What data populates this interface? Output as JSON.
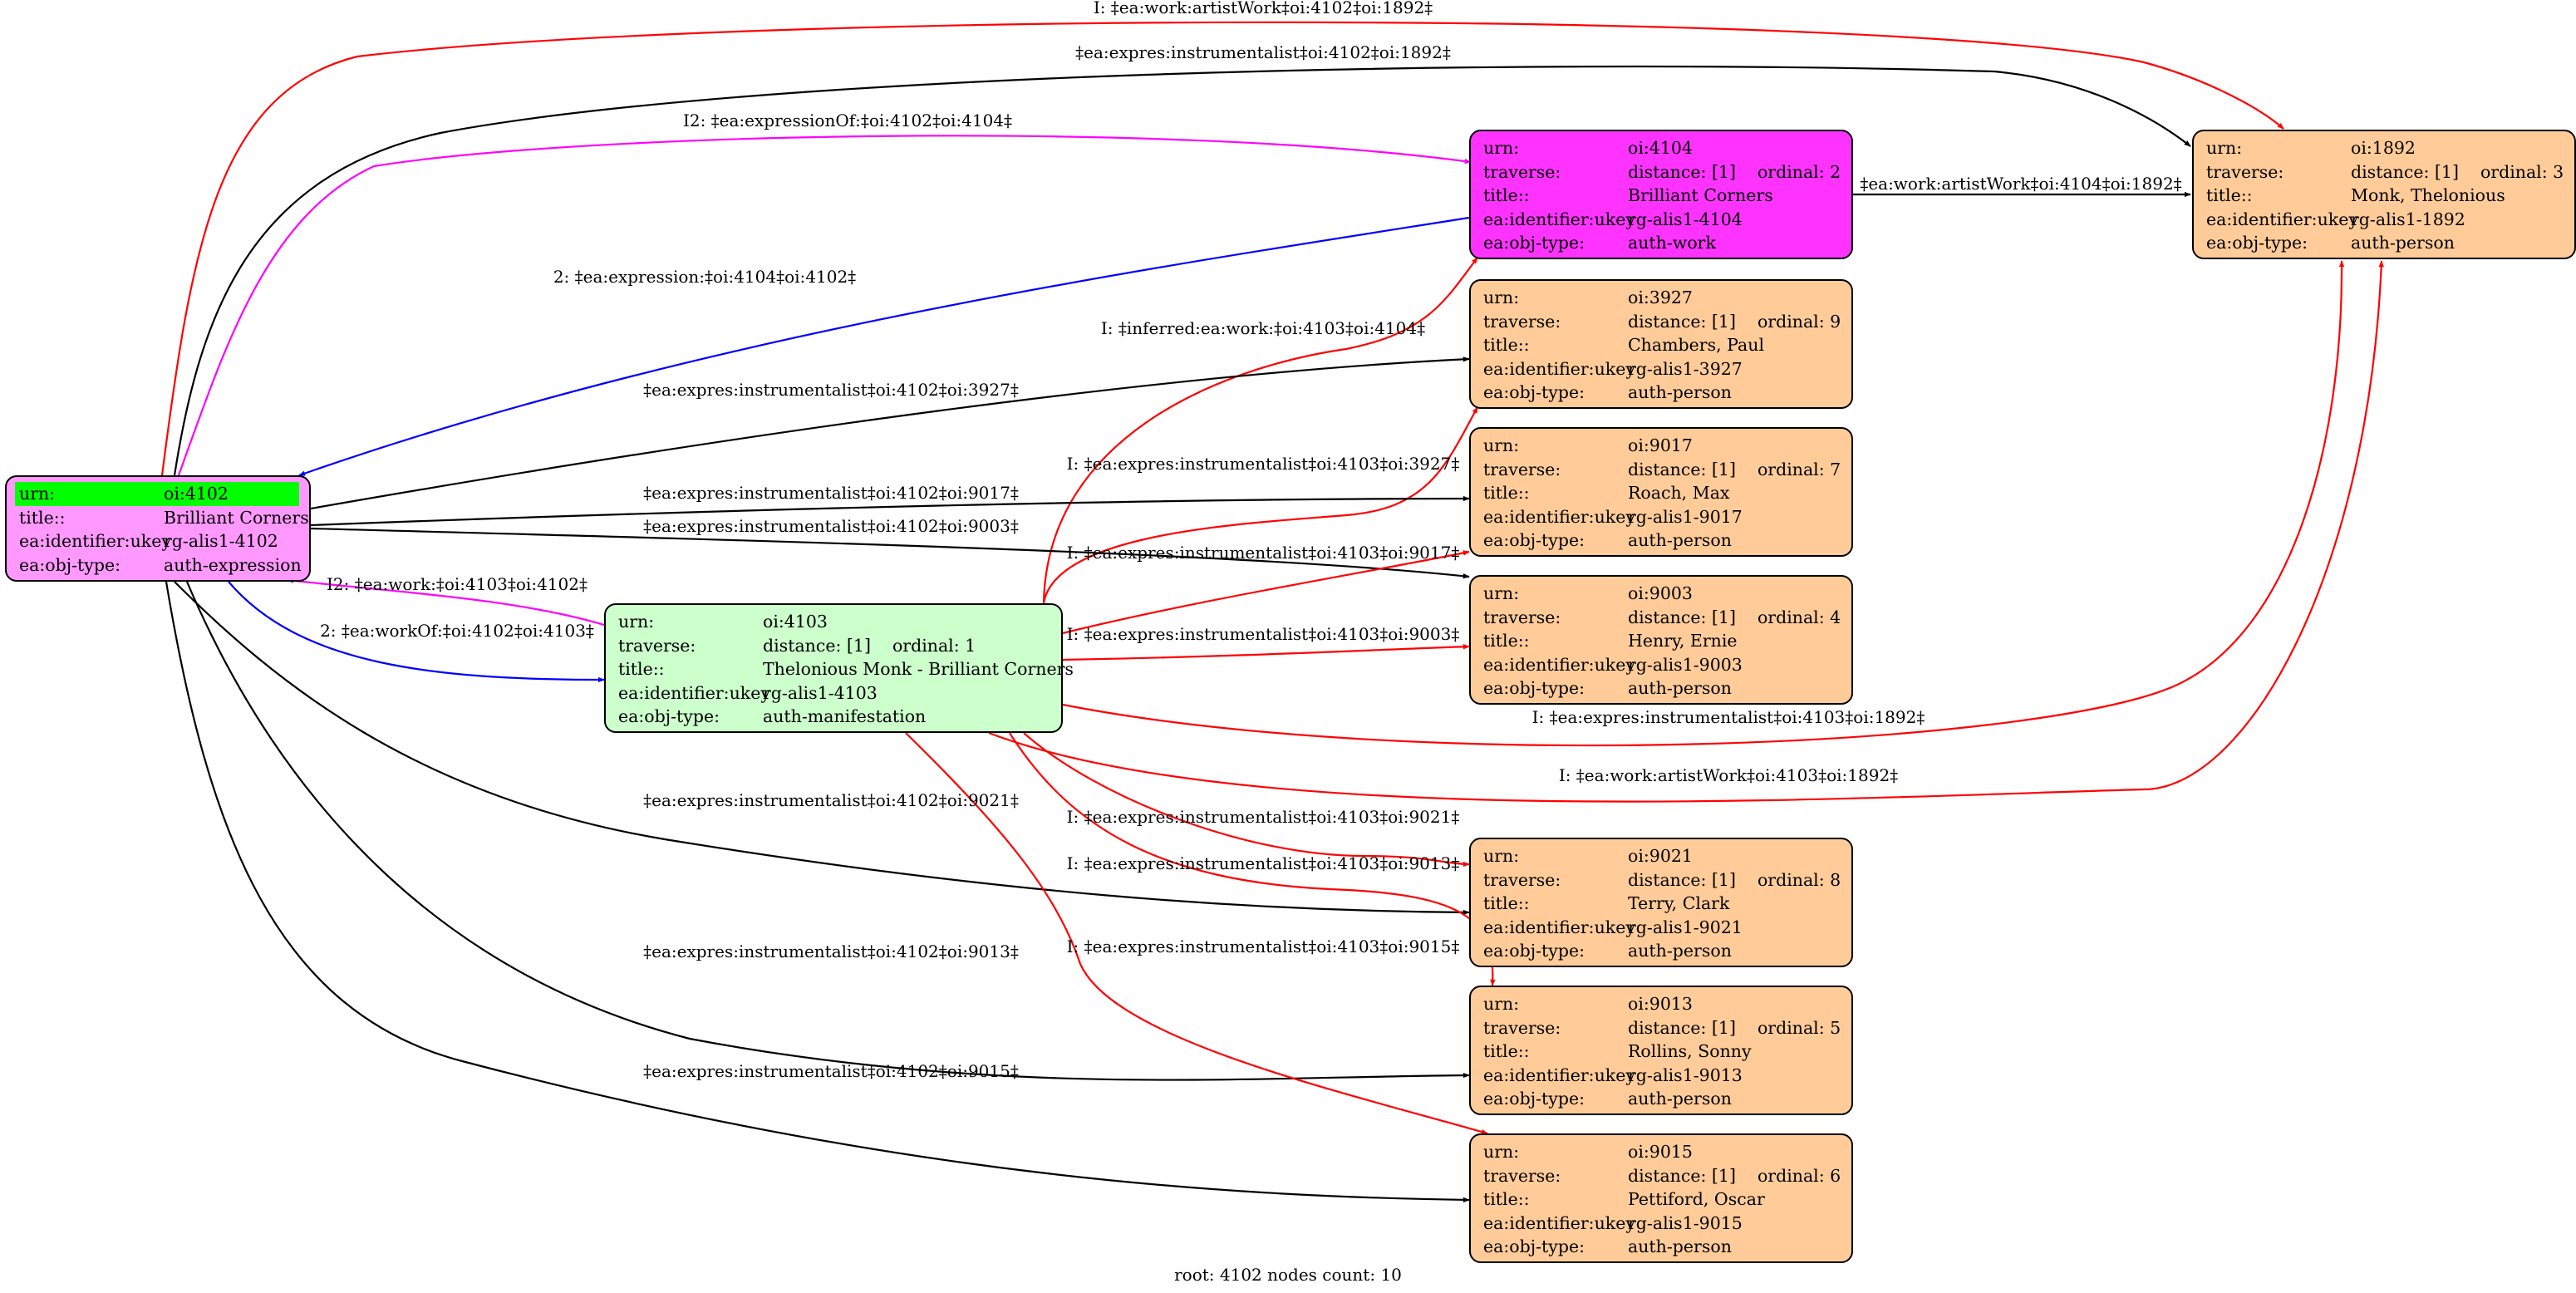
{
  "nodes": {
    "oi4102": {
      "urn_key": "urn:",
      "urn": "oi:4102",
      "title_key": "title::",
      "title": "Brilliant Corners",
      "ukey_key": "ea:identifier:ukey",
      "ukey": "rg-alis1-4102",
      "type_key": "ea:obj-type:",
      "type": "auth-expression",
      "color": "#ff99ff",
      "highlight": "#00ff00"
    },
    "oi4103": {
      "urn_key": "urn:",
      "urn": "oi:4103",
      "traverse_key": "traverse:",
      "distance": "distance: [1]",
      "ordinal": "ordinal: 1",
      "title_key": "title::",
      "title": "Thelonious Monk - Brilliant Corners",
      "ukey_key": "ea:identifier:ukey",
      "ukey": "rg-alis1-4103",
      "type_key": "ea:obj-type:",
      "type": "auth-manifestation",
      "color": "#ccffcc"
    },
    "oi4104": {
      "urn_key": "urn:",
      "urn": "oi:4104",
      "traverse_key": "traverse:",
      "distance": "distance: [1]",
      "ordinal": "ordinal: 2",
      "title_key": "title::",
      "title": "Brilliant Corners",
      "ukey_key": "ea:identifier:ukey",
      "ukey": "rg-alis1-4104",
      "type_key": "ea:obj-type:",
      "type": "auth-work",
      "color": "#ff33ff"
    },
    "oi1892": {
      "urn_key": "urn:",
      "urn": "oi:1892",
      "traverse_key": "traverse:",
      "distance": "distance: [1]",
      "ordinal": "ordinal: 3",
      "title_key": "title::",
      "title": "Monk, Thelonious",
      "ukey_key": "ea:identifier:ukey",
      "ukey": "rg-alis1-1892",
      "type_key": "ea:obj-type:",
      "type": "auth-person",
      "color": "#ffcc99"
    },
    "oi3927": {
      "urn_key": "urn:",
      "urn": "oi:3927",
      "traverse_key": "traverse:",
      "distance": "distance: [1]",
      "ordinal": "ordinal: 9",
      "title_key": "title::",
      "title": "Chambers, Paul",
      "ukey_key": "ea:identifier:ukey",
      "ukey": "rg-alis1-3927",
      "type_key": "ea:obj-type:",
      "type": "auth-person",
      "color": "#ffcc99"
    },
    "oi9017": {
      "urn_key": "urn:",
      "urn": "oi:9017",
      "traverse_key": "traverse:",
      "distance": "distance: [1]",
      "ordinal": "ordinal: 7",
      "title_key": "title::",
      "title": "Roach, Max",
      "ukey_key": "ea:identifier:ukey",
      "ukey": "rg-alis1-9017",
      "type_key": "ea:obj-type:",
      "type": "auth-person",
      "color": "#ffcc99"
    },
    "oi9003": {
      "urn_key": "urn:",
      "urn": "oi:9003",
      "traverse_key": "traverse:",
      "distance": "distance: [1]",
      "ordinal": "ordinal: 4",
      "title_key": "title::",
      "title": "Henry, Ernie",
      "ukey_key": "ea:identifier:ukey",
      "ukey": "rg-alis1-9003",
      "type_key": "ea:obj-type:",
      "type": "auth-person",
      "color": "#ffcc99"
    },
    "oi9021": {
      "urn_key": "urn:",
      "urn": "oi:9021",
      "traverse_key": "traverse:",
      "distance": "distance: [1]",
      "ordinal": "ordinal: 8",
      "title_key": "title::",
      "title": "Terry, Clark",
      "ukey_key": "ea:identifier:ukey",
      "ukey": "rg-alis1-9021",
      "type_key": "ea:obj-type:",
      "type": "auth-person",
      "color": "#ffcc99"
    },
    "oi9013": {
      "urn_key": "urn:",
      "urn": "oi:9013",
      "traverse_key": "traverse:",
      "distance": "distance: [1]",
      "ordinal": "ordinal: 5",
      "title_key": "title::",
      "title": "Rollins, Sonny",
      "ukey_key": "ea:identifier:ukey",
      "ukey": "rg-alis1-9013",
      "type_key": "ea:obj-type:",
      "type": "auth-person",
      "color": "#ffcc99"
    },
    "oi9015": {
      "urn_key": "urn:",
      "urn": "oi:9015",
      "traverse_key": "traverse:",
      "distance": "distance: [1]",
      "ordinal": "ordinal: 6",
      "title_key": "title::",
      "title": "Pettiford, Oscar",
      "ukey_key": "ea:identifier:ukey",
      "ukey": "rg-alis1-9015",
      "type_key": "ea:obj-type:",
      "type": "auth-person",
      "color": "#ffcc99"
    }
  },
  "edges": [
    {
      "from": "oi:4102",
      "to": "oi:1892",
      "label": "I: ‡ea:work:artistWork‡oi:4102‡oi:1892‡",
      "color": "#ff0000"
    },
    {
      "from": "oi:4102",
      "to": "oi:1892",
      "label": "‡ea:expres:instrumentalist‡oi:4102‡oi:1892‡",
      "color": "#000000"
    },
    {
      "from": "oi:4102",
      "to": "oi:4104",
      "label": "I2: ‡ea:expressionOf:‡oi:4102‡oi:4104‡",
      "color": "#ff00ff"
    },
    {
      "from": "oi:4104",
      "to": "oi:4102",
      "label": "2: ‡ea:expression:‡oi:4104‡oi:4102‡",
      "color": "#0000ff"
    },
    {
      "from": "oi:4104",
      "to": "oi:1892",
      "label": "‡ea:work:artistWork‡oi:4104‡oi:1892‡",
      "color": "#000000"
    },
    {
      "from": "oi:4103",
      "to": "oi:4104",
      "label": "I: ‡inferred:ea:work:‡oi:4103‡oi:4104‡",
      "color": "#ff0000"
    },
    {
      "from": "oi:4102",
      "to": "oi:3927",
      "label": "‡ea:expres:instrumentalist‡oi:4102‡oi:3927‡",
      "color": "#000000"
    },
    {
      "from": "oi:4103",
      "to": "oi:3927",
      "label": "I: ‡ea:expres:instrumentalist‡oi:4103‡oi:3927‡",
      "color": "#ff0000"
    },
    {
      "from": "oi:4102",
      "to": "oi:9017",
      "label": "‡ea:expres:instrumentalist‡oi:4102‡oi:9017‡",
      "color": "#000000"
    },
    {
      "from": "oi:4102",
      "to": "oi:9003",
      "label": "‡ea:expres:instrumentalist‡oi:4102‡oi:9003‡",
      "color": "#000000"
    },
    {
      "from": "oi:4103",
      "to": "oi:9017",
      "label": "I: ‡ea:expres:instrumentalist‡oi:4103‡oi:9017‡",
      "color": "#ff0000"
    },
    {
      "from": "oi:4103",
      "to": "oi:4102",
      "label": "I2: ‡ea:work:‡oi:4103‡oi:4102‡",
      "color": "#ff00ff"
    },
    {
      "from": "oi:4102",
      "to": "oi:4103",
      "label": "2: ‡ea:workOf:‡oi:4102‡oi:4103‡",
      "color": "#0000ff"
    },
    {
      "from": "oi:4103",
      "to": "oi:9003",
      "label": "I: ‡ea:expres:instrumentalist‡oi:4103‡oi:9003‡",
      "color": "#ff0000"
    },
    {
      "from": "oi:4103",
      "to": "oi:1892",
      "label": "I: ‡ea:expres:instrumentalist‡oi:4103‡oi:1892‡",
      "color": "#ff0000"
    },
    {
      "from": "oi:4103",
      "to": "oi:1892",
      "label": "I: ‡ea:work:artistWork‡oi:4103‡oi:1892‡",
      "color": "#ff0000"
    },
    {
      "from": "oi:4102",
      "to": "oi:9021",
      "label": "‡ea:expres:instrumentalist‡oi:4102‡oi:9021‡",
      "color": "#000000"
    },
    {
      "from": "oi:4103",
      "to": "oi:9021",
      "label": "I: ‡ea:expres:instrumentalist‡oi:4103‡oi:9021‡",
      "color": "#ff0000"
    },
    {
      "from": "oi:4103",
      "to": "oi:9013",
      "label": "I: ‡ea:expres:instrumentalist‡oi:4103‡oi:9013‡",
      "color": "#ff0000"
    },
    {
      "from": "oi:4102",
      "to": "oi:9013",
      "label": "‡ea:expres:instrumentalist‡oi:4102‡oi:9013‡",
      "color": "#000000"
    },
    {
      "from": "oi:4103",
      "to": "oi:9015",
      "label": "I: ‡ea:expres:instrumentalist‡oi:4103‡oi:9015‡",
      "color": "#ff0000"
    },
    {
      "from": "oi:4102",
      "to": "oi:9015",
      "label": "‡ea:expres:instrumentalist‡oi:4102‡oi:9015‡",
      "color": "#000000"
    }
  ],
  "footer": "root: 4102 nodes count: 10"
}
